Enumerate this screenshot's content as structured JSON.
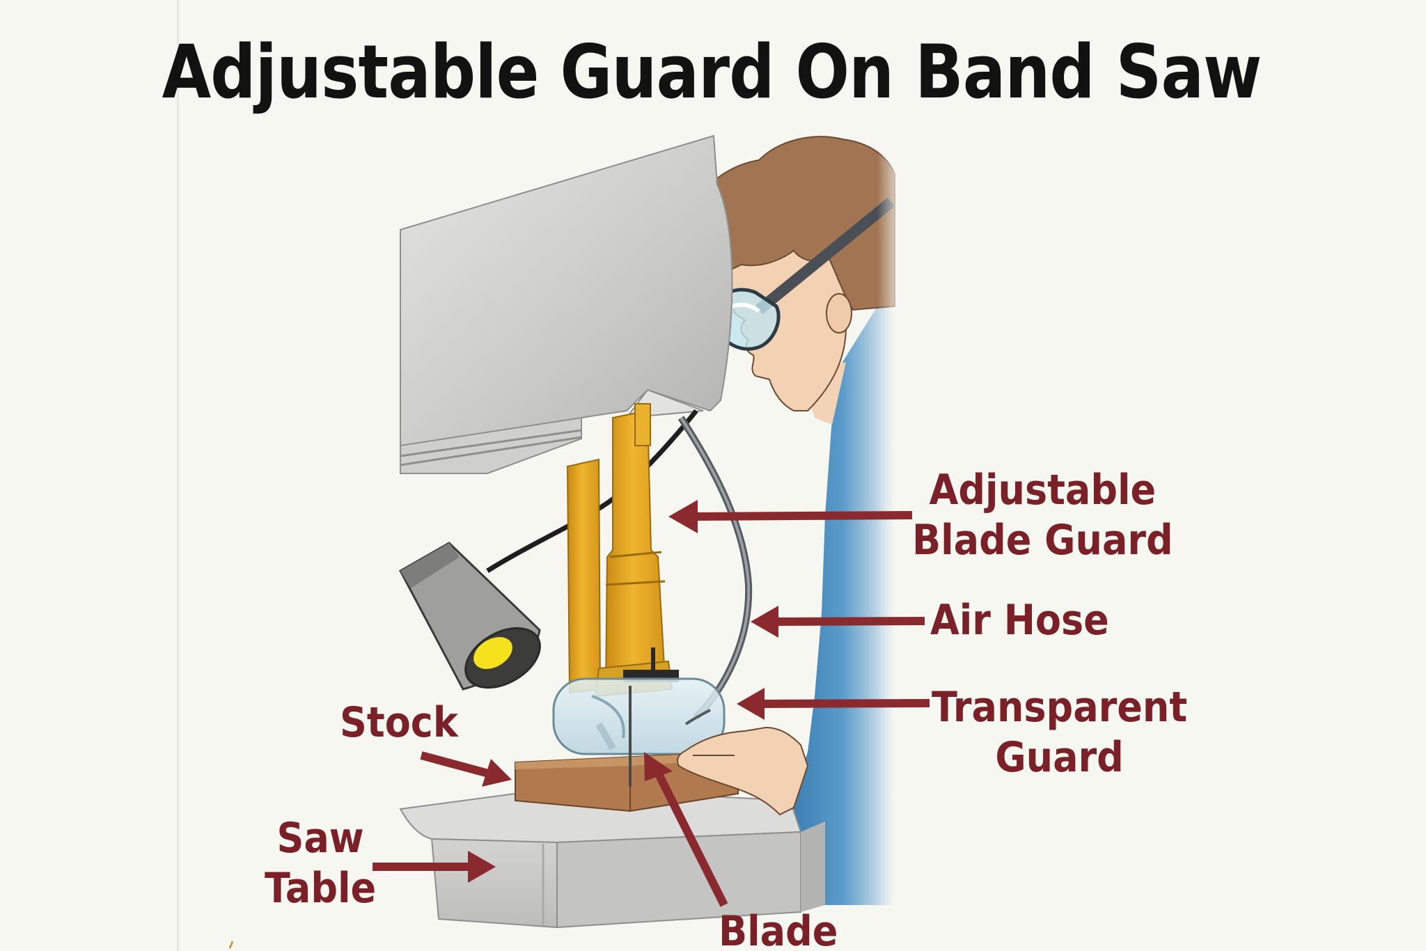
{
  "title": "Adjustable Guard On Band Saw",
  "labels": {
    "adjustable_blade_guard": [
      "Adjustable",
      "Blade Guard"
    ],
    "air_hose": "Air Hose",
    "transparent_guard": [
      "Transparent",
      "Guard"
    ],
    "stock": "Stock",
    "saw_table": [
      "Saw",
      "Table"
    ],
    "blade": "Blade"
  },
  "colors": {
    "label_text": "#7b2027",
    "arrow": "#8a2a2f",
    "title_text": "#121212",
    "guard_yellow": "#e8a824",
    "machine_gray": "#c9cac8",
    "shirt_blue": "#4f8fbf",
    "hair_brown": "#a07552",
    "stock_brown": "#b07a4e"
  }
}
